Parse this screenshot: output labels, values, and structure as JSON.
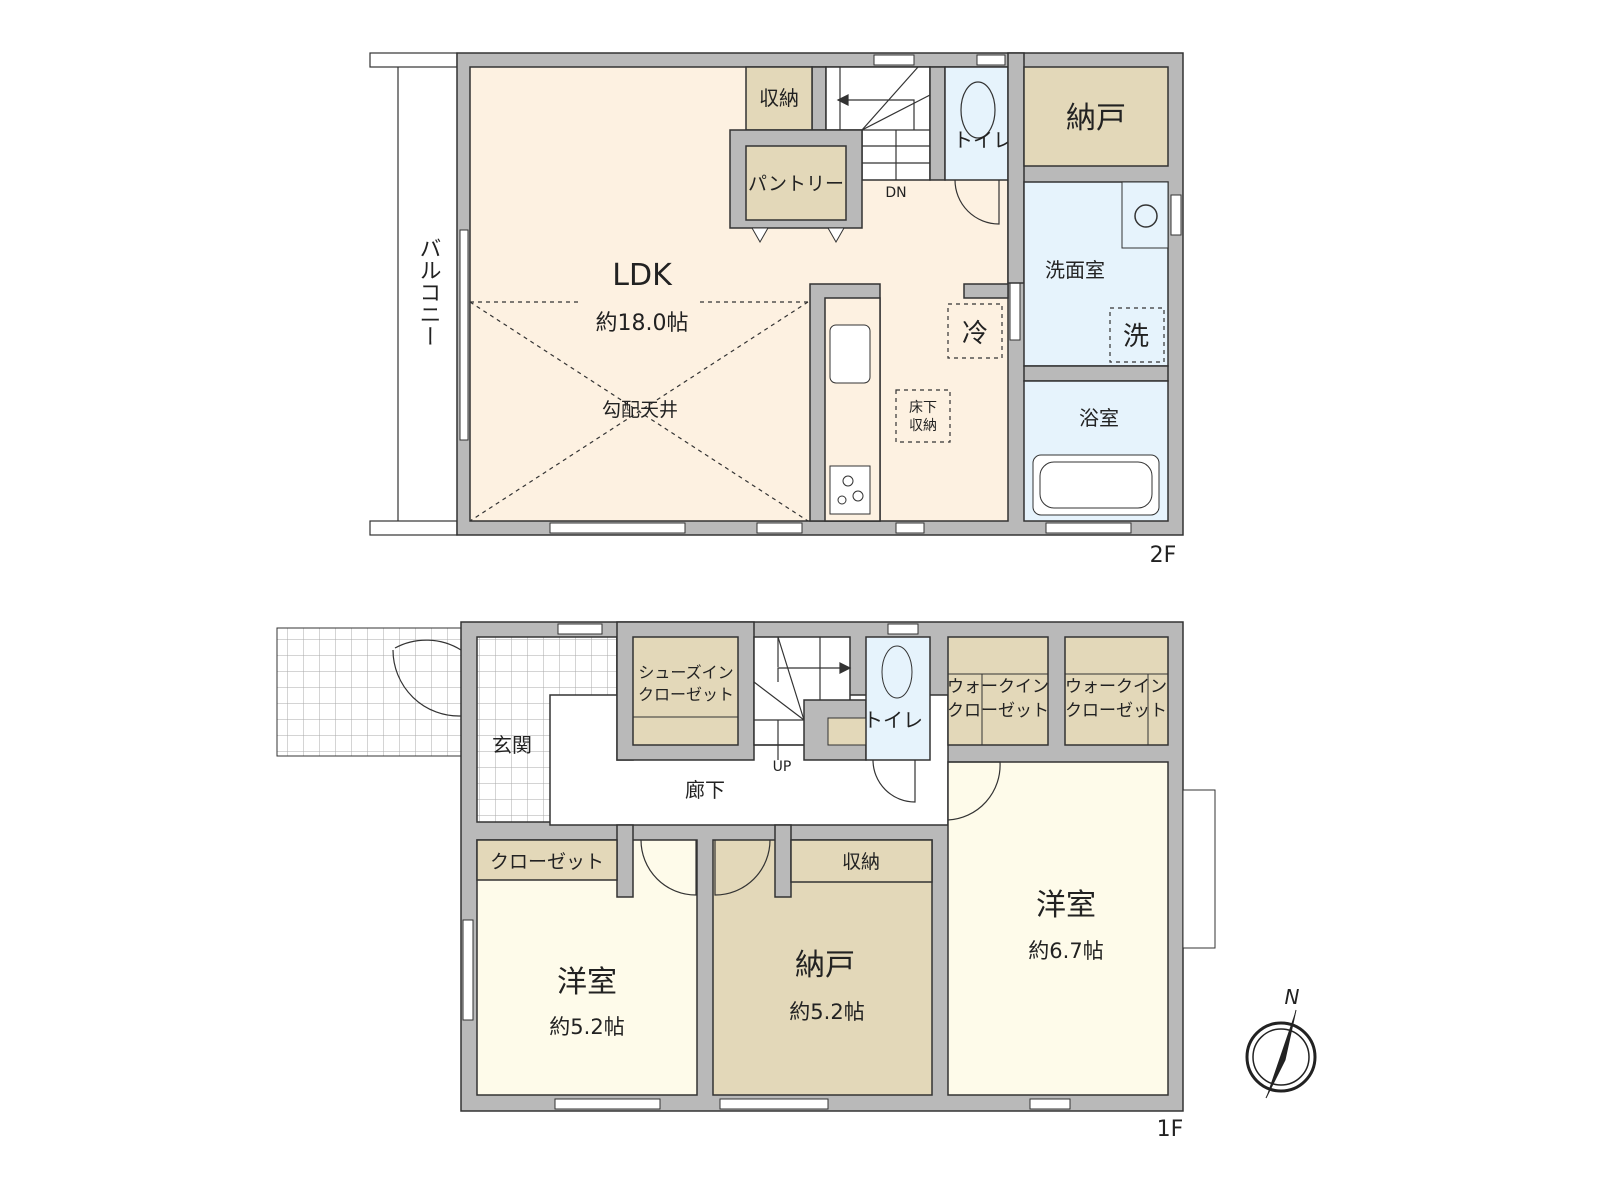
{
  "colors": {
    "wall": "#b9b9b9",
    "ldk": "#fdf1e1",
    "storage": "#e3d8b9",
    "wet": "#e6f3fc",
    "bedroom": "#fefbea",
    "tile": "#ffffff"
  },
  "floor2": {
    "label": "2F",
    "ldk": {
      "name": "LDK",
      "size": "約18.0帖",
      "ceiling": "勾配天井"
    },
    "storage": "収納",
    "pantry": "パントリー",
    "stairs": "DN",
    "toilet": "トイレ",
    "closet_room": "納戸",
    "washroom": "洗面室",
    "fridge": "冷",
    "washer": "洗",
    "underfloor": [
      "床下",
      "収納"
    ],
    "bath": "浴室",
    "balcony": "バルコニー"
  },
  "floor1": {
    "label": "1F",
    "entrance": "玄関",
    "shoe_closet": [
      "シューズイン",
      "クローゼット"
    ],
    "stairs": "UP",
    "toilet": "トイレ",
    "wic1": [
      "ウォークイン",
      "クローゼット"
    ],
    "wic2": [
      "ウォークイン",
      "クローゼット"
    ],
    "hall": "廊下",
    "closet": "クローゼット",
    "storage": "収納",
    "room_left": {
      "name": "洋室",
      "size": "約5.2帖"
    },
    "room_mid": {
      "name": "納戸",
      "size": "約5.2帖"
    },
    "room_right": {
      "name": "洋室",
      "size": "約6.7帖"
    }
  },
  "compass": {
    "north": "N"
  }
}
